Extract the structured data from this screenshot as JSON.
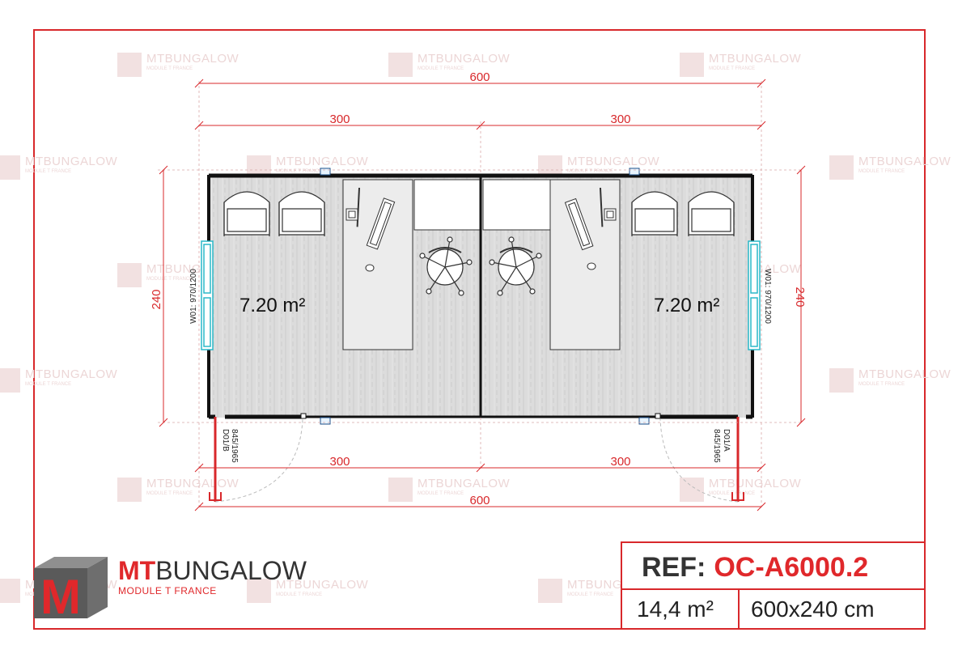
{
  "brand": {
    "name_bold": "MT",
    "name_rest": "BUNGALOW",
    "tagline": "MODULE T FRANCE",
    "logo_letter": "M",
    "accent_color": "#e0282b"
  },
  "watermark": {
    "text": "MTBUNGALOW",
    "subtext": "MODULE T FRANCE"
  },
  "dimensions": {
    "top_total": "600",
    "top_left": "300",
    "top_right": "300",
    "bottom_left": "300",
    "bottom_right": "300",
    "bottom_total": "600",
    "height_left": "240",
    "height_right": "240"
  },
  "rooms": [
    {
      "area": "7.20 m²"
    },
    {
      "area": "7.20 m²"
    }
  ],
  "labels": {
    "window_left": "W01: 970/1200",
    "window_right": "W01: 970/1200",
    "door_left_code": "D01/B",
    "door_left_size": "845/1965",
    "door_right_code": "D01/A",
    "door_right_size": "845/1965"
  },
  "title_block": {
    "ref_label": "REF:",
    "ref_value": "OC-A6000.2",
    "area": "14,4 m²",
    "size": "600x240 cm"
  }
}
